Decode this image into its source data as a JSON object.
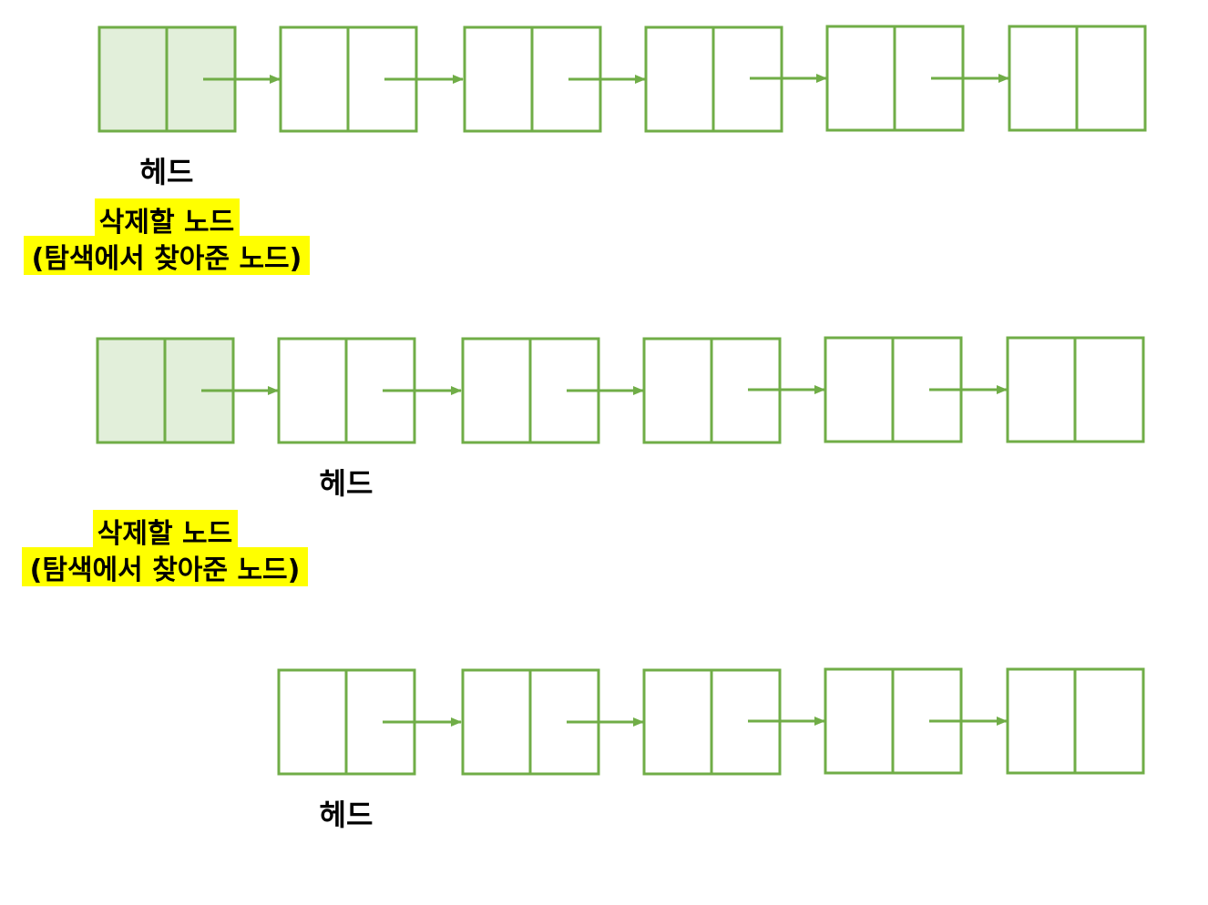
{
  "colors": {
    "node_stroke": "#70ad47",
    "arrow": "#70ad47",
    "deleted_fill": "#e2efda",
    "node_fill": "#ffffff",
    "highlight": "#ffff00",
    "text": "#000000"
  },
  "labels": {
    "head": "헤드",
    "delete_target_line1": "삭제할 노드",
    "delete_target_line2": "(탐색에서 찾아준 노드)"
  },
  "rows": [
    {
      "node_count": 6,
      "deleted_node_index": 0,
      "head_node_index": 0,
      "shows_delete_label": true
    },
    {
      "node_count": 6,
      "deleted_node_index": 0,
      "head_node_index": 1,
      "shows_delete_label": true
    },
    {
      "node_count": 5,
      "deleted_node_index": null,
      "head_node_index": 0,
      "shows_delete_label": false
    }
  ]
}
